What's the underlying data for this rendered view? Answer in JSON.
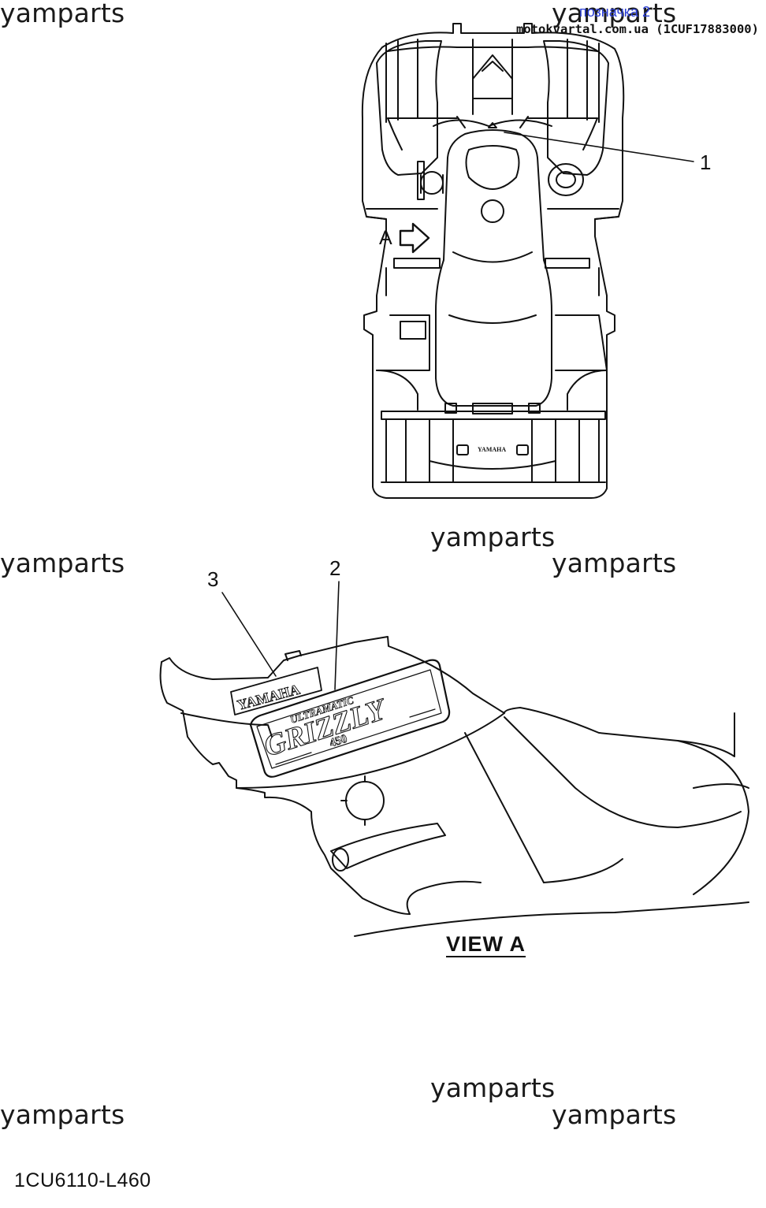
{
  "header": {
    "title": "позначка 2",
    "source": "motokvartal.com.ua (1CUF17883000)"
  },
  "watermark": "yamparts",
  "callouts": [
    "1",
    "2",
    "3"
  ],
  "view_pointer_label": "A",
  "view_title": "VIEW A",
  "part_code": "1CU6110-L460",
  "decals": {
    "brand": "YAMAHA",
    "rack_brand": "YAMAHA",
    "model": "GRIZZLY",
    "model_sub": "ULTRAMATIC",
    "engine": "450"
  },
  "icons": {
    "view_arrow": "arrow-right-outline-icon"
  }
}
